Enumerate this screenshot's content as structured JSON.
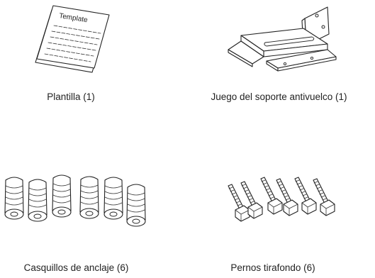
{
  "items": [
    {
      "caption": "Plantilla (1)",
      "icon": "template-sheet-icon",
      "label": "Template"
    },
    {
      "caption": "Juego del soporte antivuelco (1)",
      "icon": "antitip-bracket-icon"
    },
    {
      "caption": "Casquillos de anclaje (6)",
      "icon": "anchor-sleeves-icon"
    },
    {
      "caption": "Pernos tirafondo (6)",
      "icon": "lag-bolts-icon"
    }
  ]
}
